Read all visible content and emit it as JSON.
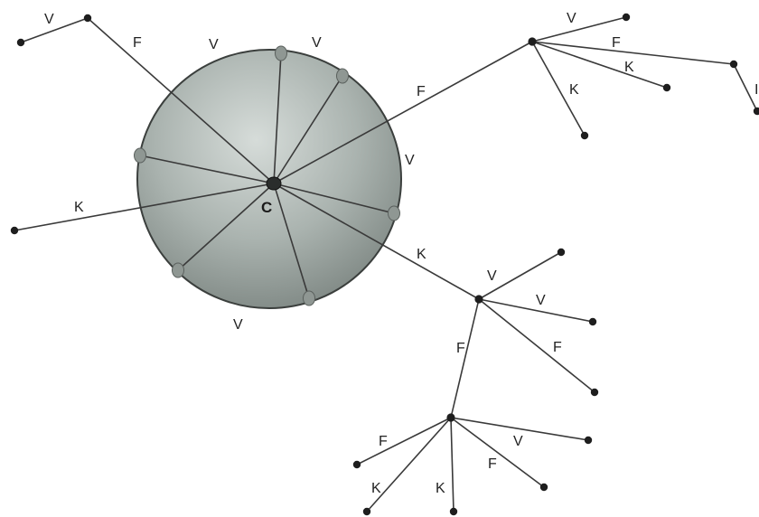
{
  "diagram": {
    "center_label": "C",
    "circle_labels": {
      "top_left": "V",
      "top_right": "V",
      "right": "V",
      "bottom": "V",
      "left_edge": "K"
    },
    "top_left_branch": {
      "edge_to_center": "F",
      "end_edge": "V"
    },
    "upper_right_branch": {
      "edge_to_center": "F",
      "edges": [
        "V",
        "F",
        "K",
        "K"
      ],
      "cut_label": "I"
    },
    "lower_right_branch": {
      "edge_to_center": "K",
      "edges": [
        "V",
        "V",
        "F",
        "F"
      ]
    },
    "bottom_branch": {
      "edges": [
        "F",
        "K",
        "K",
        "V",
        "F"
      ]
    }
  }
}
